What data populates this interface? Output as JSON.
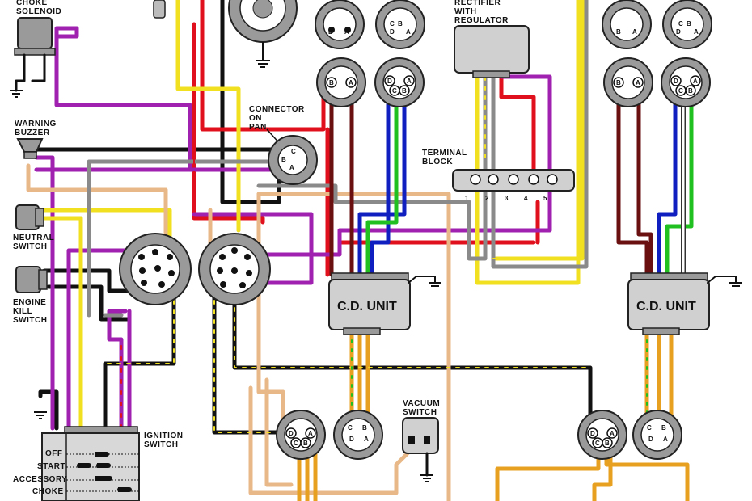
{
  "labels": {
    "choke_solenoid": [
      "CHOKE",
      "SOLENOID"
    ],
    "warning_buzzer": [
      "WARNING",
      "BUZZER"
    ],
    "neutral_switch": [
      "NEUTRAL",
      "SWITCH"
    ],
    "engine_kill_switch": [
      "ENGINE",
      "KILL",
      "SWITCH"
    ],
    "ignition_switch": [
      "IGNITION",
      "SWITCH"
    ],
    "connector_on_pan": [
      "CONNECTOR",
      "ON",
      "PAN"
    ],
    "rectifier": [
      "RECTIFIER",
      "WITH",
      "REGULATOR"
    ],
    "terminal_block": [
      "TERMINAL",
      "BLOCK"
    ],
    "vacuum_switch": [
      "VACUUM",
      "SWITCH"
    ]
  },
  "cd_units": [
    "C.D. UNIT",
    "C.D. UNIT"
  ],
  "ignition_positions": [
    "OFF",
    "START",
    "ACCESSORY",
    "CHOKE"
  ],
  "terminal_numbers": [
    "1",
    "2",
    "3",
    "4",
    "5"
  ],
  "connector_pins": {
    "abc": [
      "C",
      "B",
      "A"
    ],
    "ba": [
      "B",
      "A"
    ],
    "dcba": [
      "D",
      "C",
      "B",
      "A"
    ]
  },
  "wire_colors": {
    "black": "#111111",
    "red": "#e0101c",
    "purple": "#a020b0",
    "yellow": "#f0e020",
    "tan": "#e8b888",
    "orange": "#e8a020",
    "brown": "#6a1010",
    "blue": "#1020c0",
    "green": "#20c020",
    "gray": "#8a8a8a",
    "white": "#ffffff"
  }
}
